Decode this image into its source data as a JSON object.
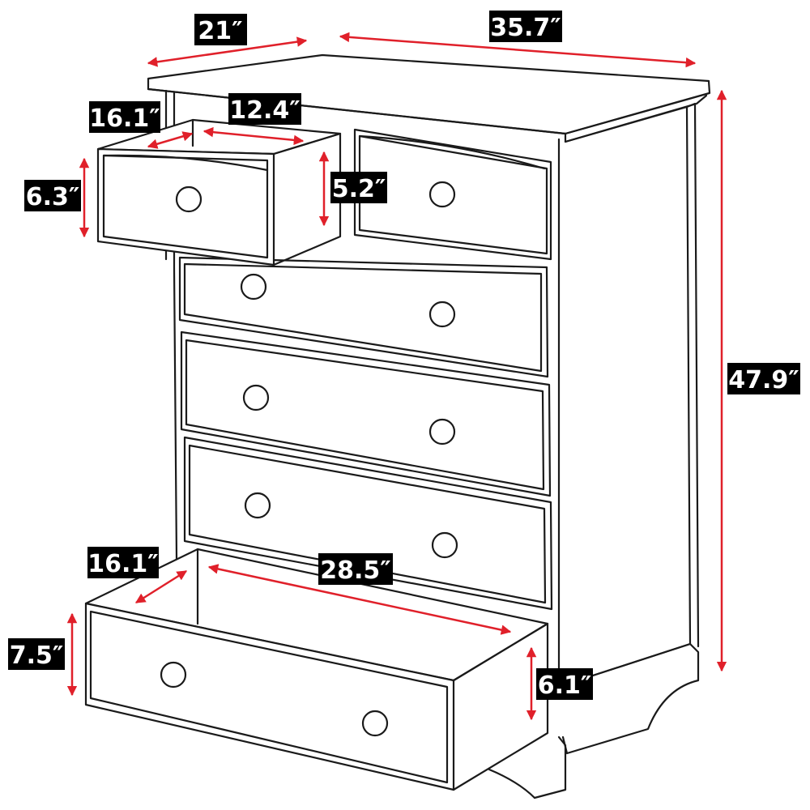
{
  "colors": {
    "line": "#1a1a1a",
    "arrow": "#e0202a",
    "label_bg": "#000000",
    "label_text": "#ffffff",
    "background": "#ffffff"
  },
  "dimensions": {
    "top_depth": "21″",
    "top_width": "35.7″",
    "overall_height": "47.9″",
    "small_drawer_depth": "16.1″",
    "small_drawer_width": "12.4″",
    "small_drawer_height": "6.3″",
    "small_drawer_inner_height": "5.2″",
    "large_drawer_depth": "16.1″",
    "large_drawer_width": "28.5″",
    "large_drawer_height": "7.5″",
    "large_drawer_inner_height": "6.1″"
  }
}
